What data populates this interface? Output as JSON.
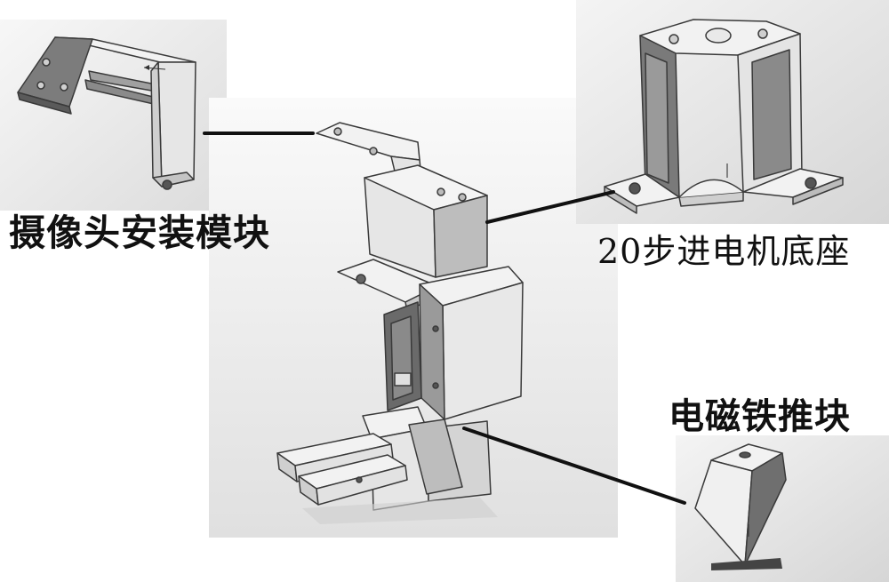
{
  "labels": {
    "camera_mount": "摄像头安装模块",
    "stepper_base": "20步进电机底座",
    "magnet_pusher": "电磁铁推块"
  },
  "colors": {
    "panel_bg": "#e9e9e9",
    "part_light": "#f2f2f2",
    "part_mid": "#cfcfcf",
    "part_dark": "#7a7a7a",
    "outline": "#3a3a3a",
    "leader_line": "#111111"
  }
}
